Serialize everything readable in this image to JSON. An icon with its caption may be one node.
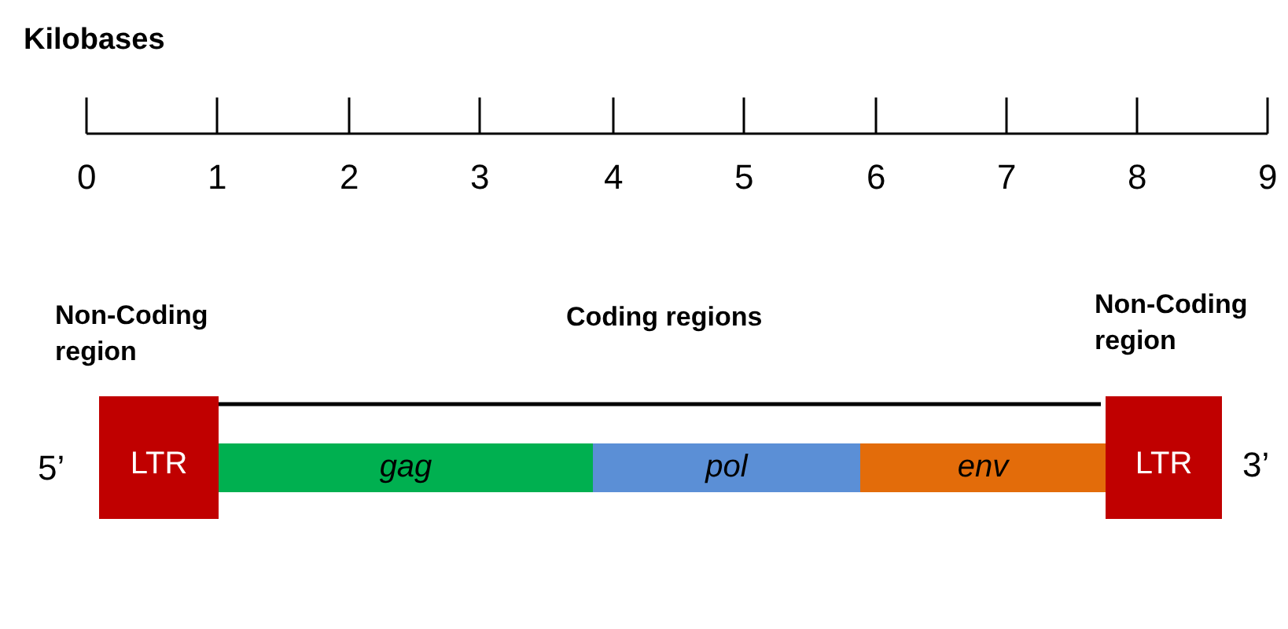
{
  "diagram": {
    "nodes": [
      {
        "text": [
          "LTR"
        ]
      },
      {
        "text": [
          "gag"
        ]
      },
      {
        "text": [
          "pol"
        ]
      },
      {
        "text": [
          "env"
        ]
      },
      {
        "text": [
          "LTR"
        ]
      }
    ],
    "labels": [
      "Kilobases",
      "0",
      "1",
      "2",
      "3",
      "4",
      "5",
      "6",
      "7",
      "8",
      "9",
      "Non-Coding region",
      "Coding regions",
      "Non-Coding region",
      "5’",
      "3’"
    ]
  }
}
